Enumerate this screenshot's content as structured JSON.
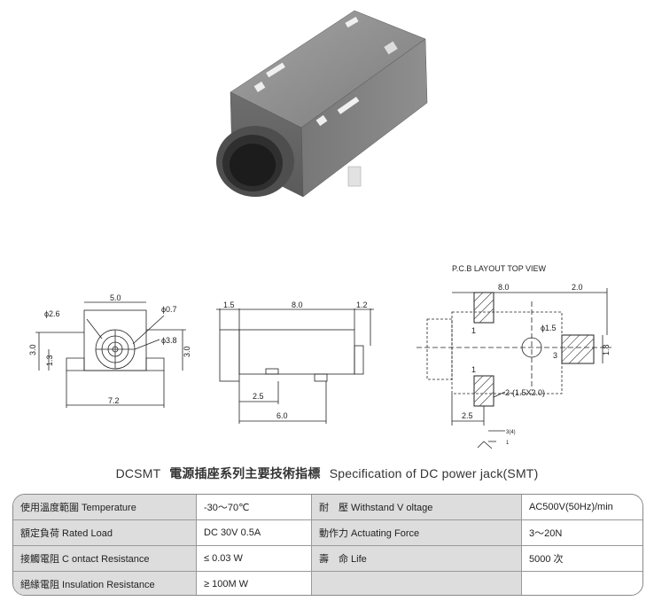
{
  "drawing": {
    "front": {
      "w": "5.0",
      "d1": "ϕ2.6",
      "d2": "ϕ0.7",
      "d3": "ϕ3.8",
      "h1": "3.0",
      "h2": "1.3",
      "h3": "3.0",
      "wb": "7.2"
    },
    "side": {
      "a": "1.5",
      "b": "8.0",
      "c": "1.2",
      "d": "2.5",
      "e": "6.0"
    },
    "pcb": {
      "title": "P.C.B LAYOUT    TOP VIEW",
      "a": "8.0",
      "b": "2.0",
      "hole": "ϕ1.5",
      "h": "1.8",
      "p1": "1",
      "p3": "3",
      "p1b": "1",
      "slot": "2-(1.5X2.0)",
      "bottom": "2.5",
      "pin34": "3(4)",
      "pin1": "1"
    }
  },
  "title": {
    "model": "DCSMT",
    "cn": "電源插座系列主要技術指標",
    "en": "Specification of DC power jack(SMT)"
  },
  "spec": {
    "rows": [
      {
        "label1": "使用溫度範圍 Temperature",
        "value1": "-30～70℃",
        "label2": "耐　壓  Withstand V oltage",
        "value2": "AC500V(50Hz)/min"
      },
      {
        "label1": "額定負荷  Rated Load",
        "value1": "DC  30V  0.5A",
        "label2": "動作力  Actuating Force",
        "value2": "3～20N"
      },
      {
        "label1": "接觸電阻  C ontact Resistance",
        "value1": "≤ 0.03 W",
        "label2": "壽　命  Life",
        "value2": "5000 次"
      },
      {
        "label1": "絕緣電阻  Insulation Resistance",
        "value1": "≥ 100M W",
        "label2": "",
        "value2": ""
      }
    ]
  }
}
